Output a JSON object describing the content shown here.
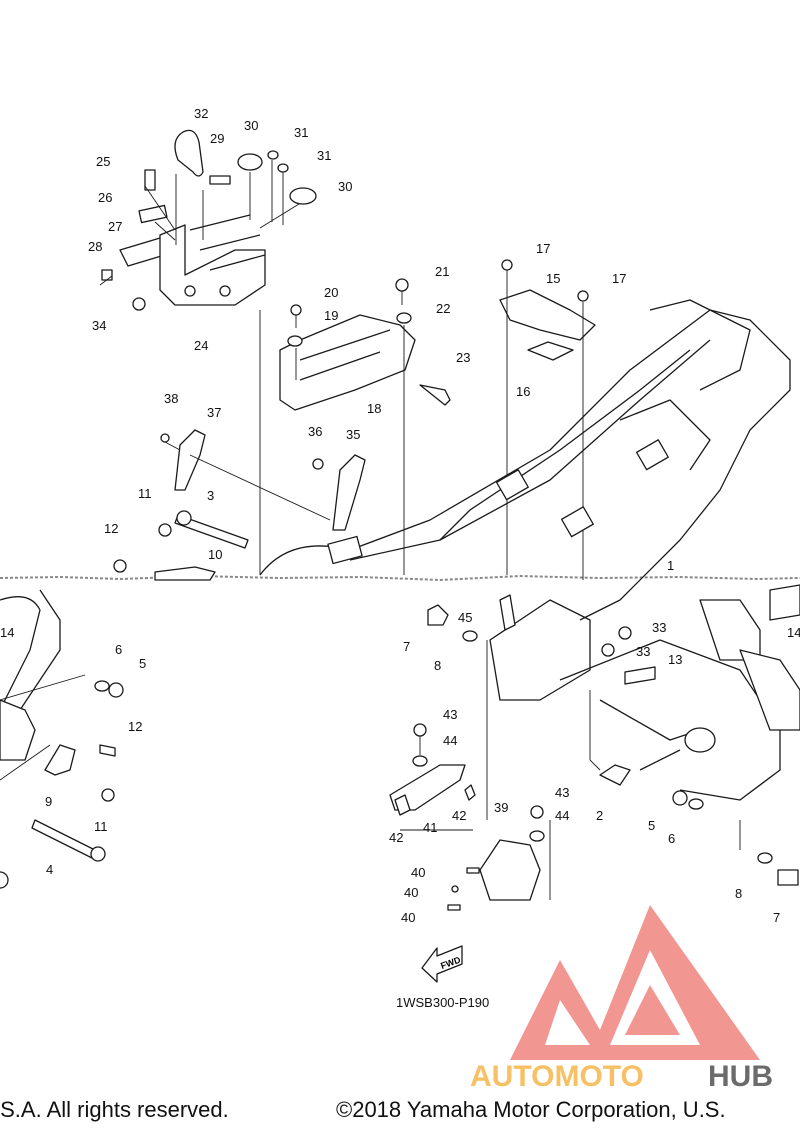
{
  "diagram": {
    "code": "1WSB300-P190",
    "fwd_label": "FWD",
    "callouts": [
      {
        "id": "c32",
        "label": "32"
      },
      {
        "id": "c30a",
        "label": "30"
      },
      {
        "id": "c31a",
        "label": "31"
      },
      {
        "id": "c31b",
        "label": "31"
      },
      {
        "id": "c29",
        "label": "29"
      },
      {
        "id": "c25",
        "label": "25"
      },
      {
        "id": "c30b",
        "label": "30"
      },
      {
        "id": "c26",
        "label": "26"
      },
      {
        "id": "c27",
        "label": "27"
      },
      {
        "id": "c28",
        "label": "28"
      },
      {
        "id": "c34",
        "label": "34"
      },
      {
        "id": "c24",
        "label": "24"
      },
      {
        "id": "c17a",
        "label": "17"
      },
      {
        "id": "c21",
        "label": "21"
      },
      {
        "id": "c15",
        "label": "15"
      },
      {
        "id": "c17b",
        "label": "17"
      },
      {
        "id": "c20",
        "label": "20"
      },
      {
        "id": "c22",
        "label": "22"
      },
      {
        "id": "c19",
        "label": "19"
      },
      {
        "id": "c23",
        "label": "23"
      },
      {
        "id": "c16",
        "label": "16"
      },
      {
        "id": "c18",
        "label": "18"
      },
      {
        "id": "c38",
        "label": "38"
      },
      {
        "id": "c37",
        "label": "37"
      },
      {
        "id": "c36",
        "label": "36"
      },
      {
        "id": "c35",
        "label": "35"
      },
      {
        "id": "c11a",
        "label": "11"
      },
      {
        "id": "c3",
        "label": "3"
      },
      {
        "id": "c12a",
        "label": "12"
      },
      {
        "id": "c10",
        "label": "10"
      },
      {
        "id": "c1",
        "label": "1"
      },
      {
        "id": "c7a",
        "label": "7"
      },
      {
        "id": "c45",
        "label": "45"
      },
      {
        "id": "c33a",
        "label": "33"
      },
      {
        "id": "c8a",
        "label": "8"
      },
      {
        "id": "c33b",
        "label": "33"
      },
      {
        "id": "c13",
        "label": "13"
      },
      {
        "id": "c14a",
        "label": "14"
      },
      {
        "id": "c14b",
        "label": "14"
      },
      {
        "id": "c6a",
        "label": "6"
      },
      {
        "id": "c5a",
        "label": "5"
      },
      {
        "id": "c12b",
        "label": "12"
      },
      {
        "id": "c9",
        "label": "9"
      },
      {
        "id": "c11b",
        "label": "11"
      },
      {
        "id": "c4",
        "label": "4"
      },
      {
        "id": "c43a",
        "label": "43"
      },
      {
        "id": "c44a",
        "label": "44"
      },
      {
        "id": "c42a",
        "label": "42"
      },
      {
        "id": "c41",
        "label": "41"
      },
      {
        "id": "c42b",
        "label": "42"
      },
      {
        "id": "c39",
        "label": "39"
      },
      {
        "id": "c43b",
        "label": "43"
      },
      {
        "id": "c44b",
        "label": "44"
      },
      {
        "id": "c2",
        "label": "2"
      },
      {
        "id": "c5b",
        "label": "5"
      },
      {
        "id": "c6b",
        "label": "6"
      },
      {
        "id": "c40a",
        "label": "40"
      },
      {
        "id": "c40b",
        "label": "40"
      },
      {
        "id": "c40c",
        "label": "40"
      },
      {
        "id": "c8b",
        "label": "8"
      },
      {
        "id": "c7b",
        "label": "7"
      }
    ]
  },
  "watermark": {
    "brand_part1": "AUTOMOTO",
    "brand_part2": "HUB",
    "color_primary": "#e8413a",
    "color_secondary": "#f5a623",
    "color_dark": "#3a3a3a"
  },
  "footer": {
    "copyright_left": ".S.A. All rights reserved.",
    "copyright_right": "©2018 Yamaha Motor Corporation, U.S."
  }
}
